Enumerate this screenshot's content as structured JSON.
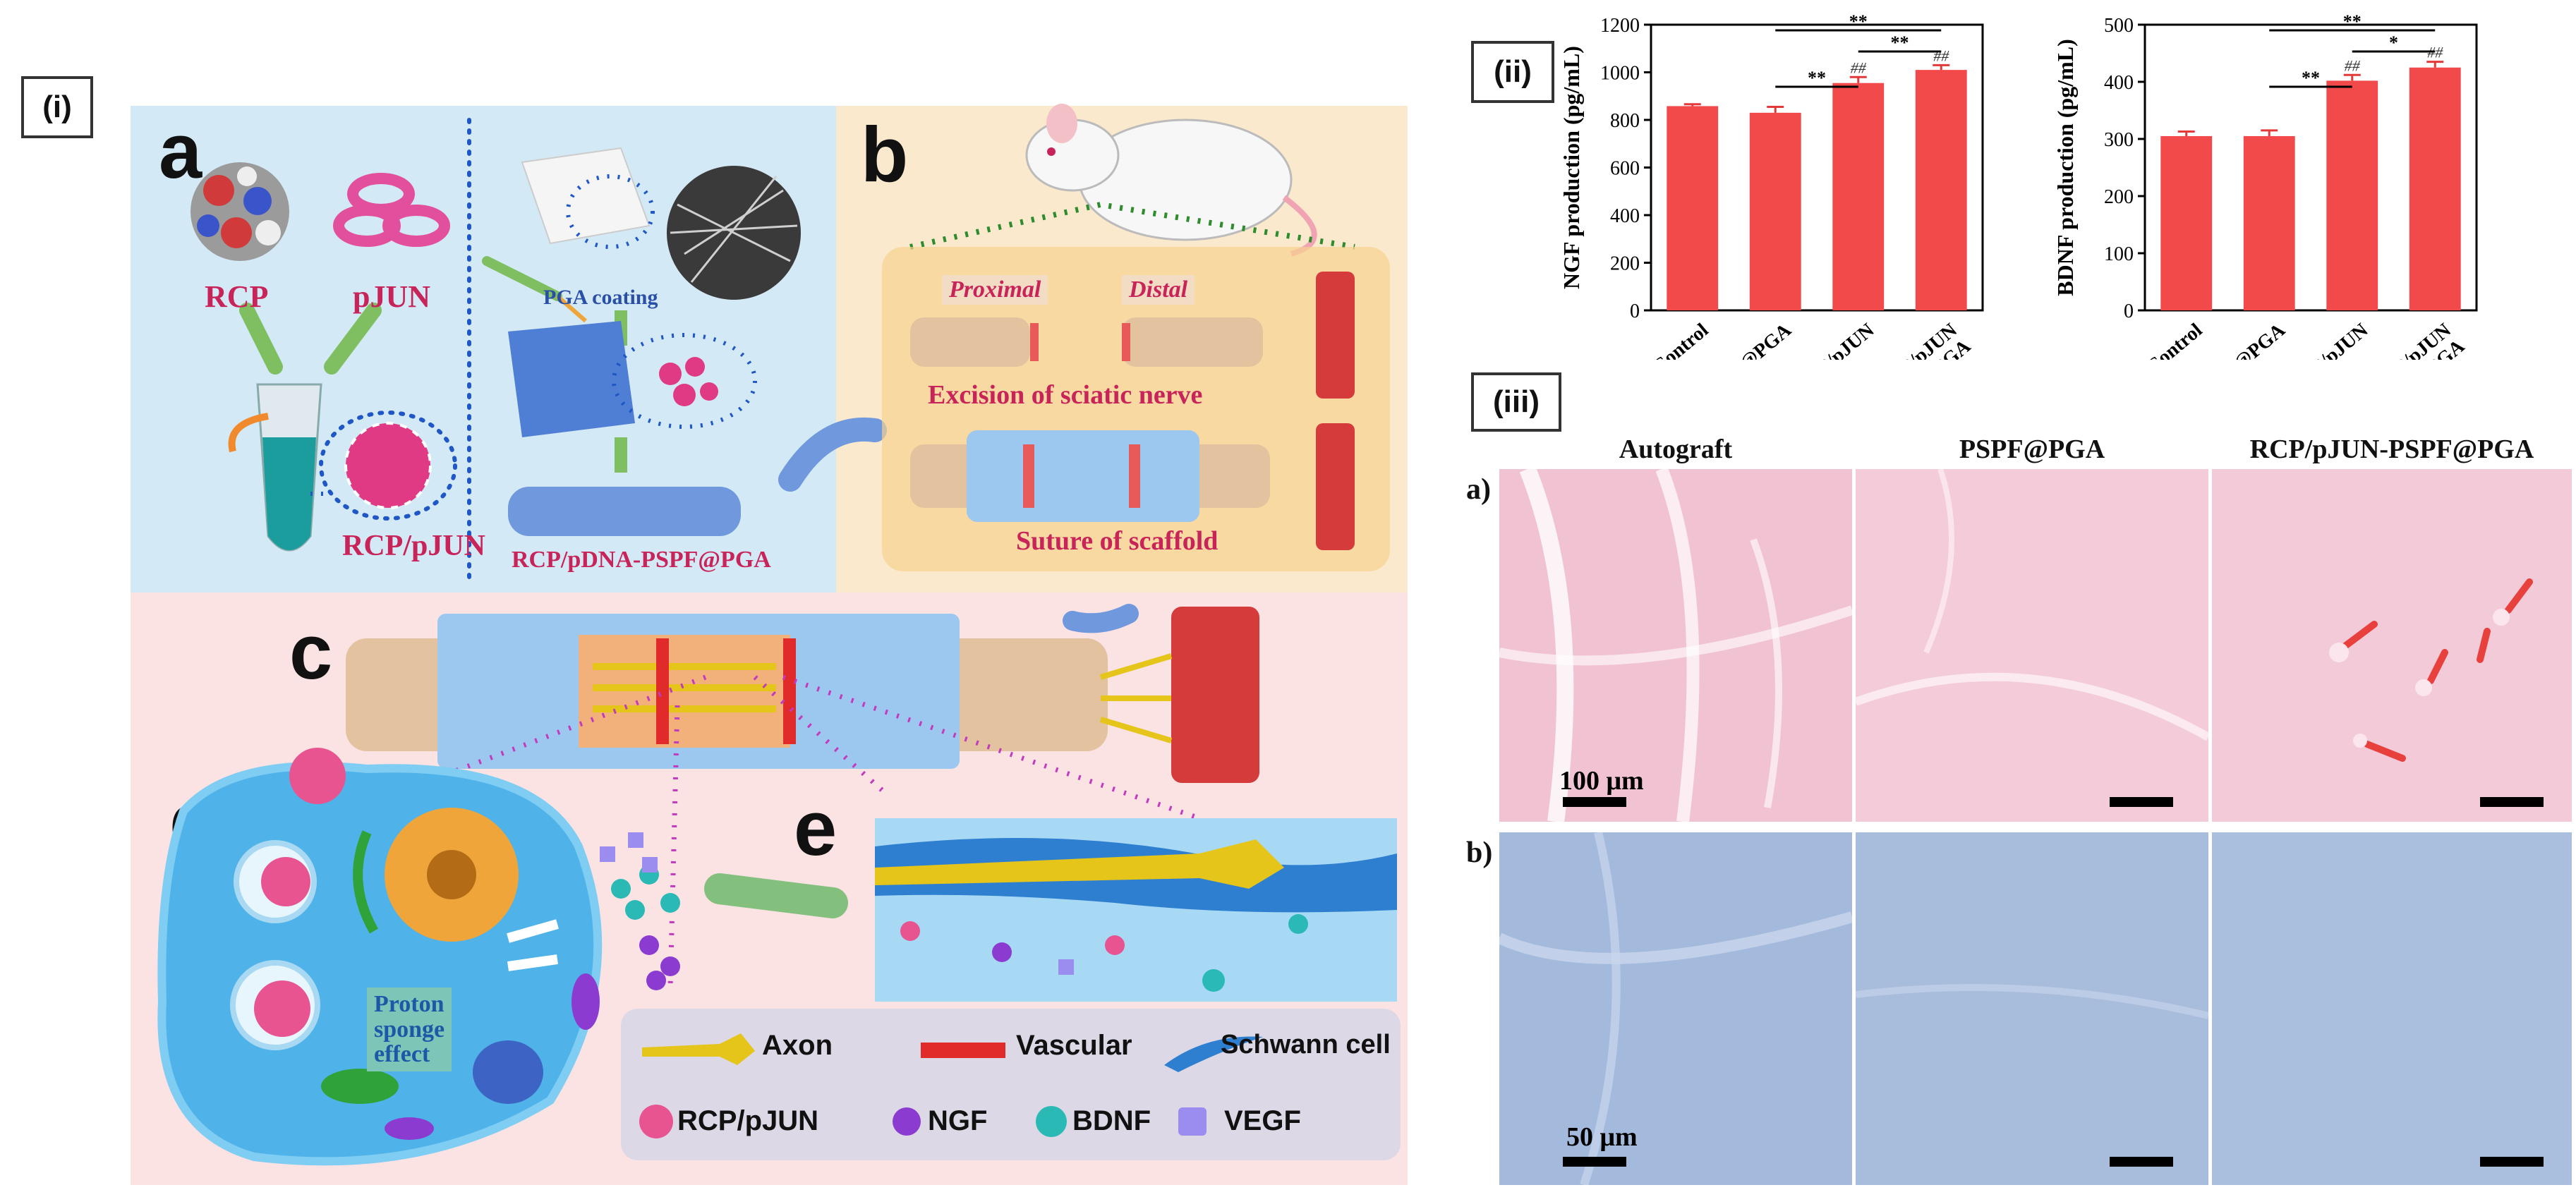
{
  "figure": {
    "panel_i_tag": "(i)",
    "panel_ii_tag": "(ii)",
    "panel_iii_tag": "(iii)",
    "schematic": {
      "letters": {
        "a": "a",
        "b": "b",
        "c": "c",
        "d": "d",
        "e": "e"
      },
      "panel_a": {
        "rcp": "RCP",
        "pjun": "pJUN",
        "rcp_pjun": "RCP/pJUN",
        "pga_coating": "PGA coating",
        "scaffold_label": "RCP/pDNA-PSPF@PGA"
      },
      "panel_b": {
        "proximal": "Proximal",
        "distal": "Distal",
        "excision": "Excision of sciatic nerve",
        "suture": "Suture of scaffold"
      },
      "panel_d": {
        "proton_line1": "Proton",
        "proton_line2": "sponge",
        "proton_line3": "effect"
      },
      "legend": {
        "axon": "Axon",
        "vascular": "Vascular",
        "schwann": "Schwann cell",
        "rcp_pjun": "RCP/pJUN",
        "ngf": "NGF",
        "bdnf": "BDNF",
        "vegf": "VEGF"
      },
      "colors": {
        "panel_a_bg": "#d3e9f5",
        "panel_b_bg": "#fbe9cd",
        "panel_lower_bg": "#fbe3e3",
        "accent_red": "#c8245a",
        "nerve": "#e2c29f",
        "scaffold_blue": "#9cc8ef"
      }
    },
    "histology": {
      "columns": [
        "Autograft",
        "PSPF@PGA",
        "RCP/pJUN-PSPF@PGA"
      ],
      "rows": [
        "a)",
        "b)"
      ],
      "scale_top": "100 μm",
      "scale_bottom": "50 μm",
      "colors": {
        "he_stain": "#f3c9d6",
        "toluidine": "#a9bddb",
        "arrow": "#e8413d"
      }
    }
  },
  "chart_data": [
    {
      "type": "bar",
      "categories": [
        "Control",
        "PS@PGA",
        "RCP/pJUN",
        "RCP/pJUN -PS@PGA"
      ],
      "values": [
        858,
        830,
        955,
        1010
      ],
      "errors": [
        8,
        25,
        25,
        20
      ],
      "ylabel": "NGF production (pg/mL)",
      "ylim": [
        0,
        1200
      ],
      "yticks": [
        "0",
        "200",
        "400",
        "600",
        "800",
        "1000",
        "1200"
      ],
      "bar_annotations": [
        "",
        "",
        "##",
        "##"
      ],
      "significance": [
        {
          "from": 1,
          "to": 3,
          "label": "**"
        },
        {
          "from": 2,
          "to": 3,
          "label": "**"
        },
        {
          "from": 1,
          "to": 2,
          "label": "**"
        }
      ],
      "bar_color": "#f24a4a"
    },
    {
      "type": "bar",
      "categories": [
        "Control",
        "PS@PGA",
        "RCP/pJUN",
        "RCP/pJUN -PS@PGA"
      ],
      "values": [
        305,
        305,
        402,
        425
      ],
      "errors": [
        8,
        10,
        10,
        10
      ],
      "ylabel": "BDNF production (pg/mL)",
      "ylim": [
        0,
        500
      ],
      "yticks": [
        "0",
        "100",
        "200",
        "300",
        "400",
        "500"
      ],
      "bar_annotations": [
        "",
        "",
        "##",
        "##"
      ],
      "significance": [
        {
          "from": 1,
          "to": 3,
          "label": "**"
        },
        {
          "from": 2,
          "to": 3,
          "label": "*"
        },
        {
          "from": 1,
          "to": 2,
          "label": "**"
        }
      ],
      "bar_color": "#f24a4a"
    }
  ]
}
